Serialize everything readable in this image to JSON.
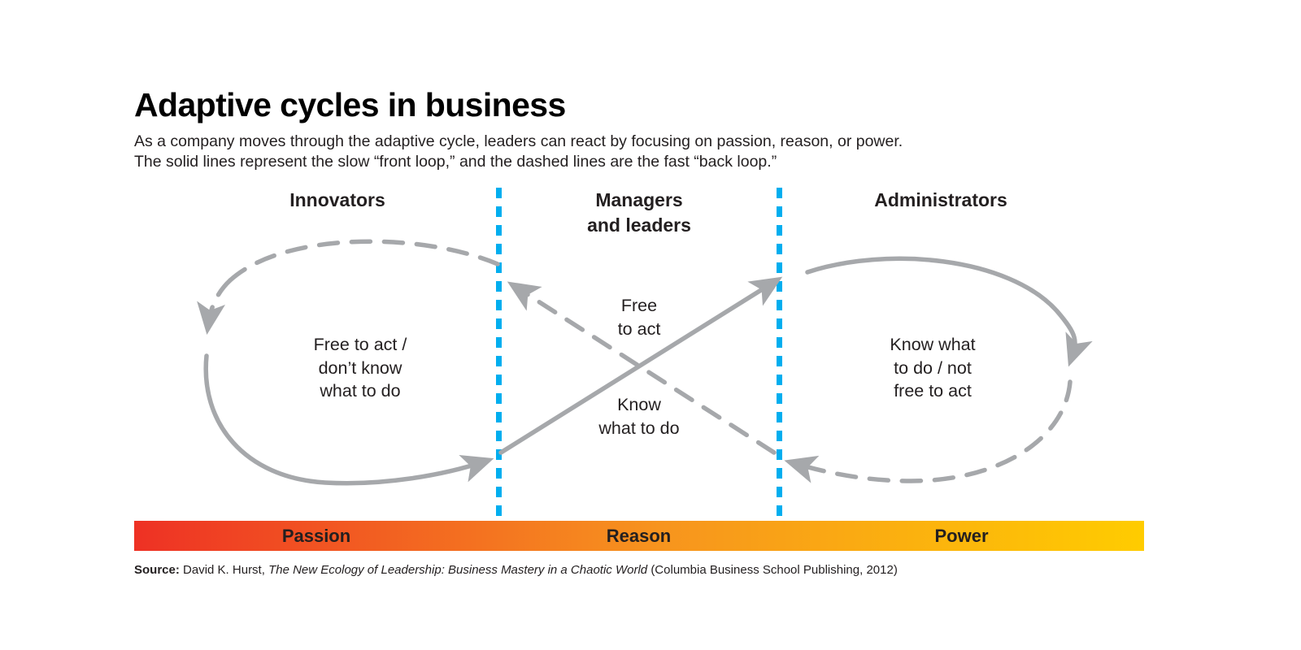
{
  "header": {
    "title": "Adaptive cycles in business",
    "subtitle": "As a company moves through the adaptive cycle, leaders can react by focusing on passion, reason, or power.\nThe solid lines represent the slow “front loop,” and the dashed lines are the fast “back loop.”"
  },
  "columns": [
    {
      "label": "Innovators"
    },
    {
      "label": "Managers\nand leaders"
    },
    {
      "label": "Administrators"
    }
  ],
  "loops": {
    "left_label": "Free to act /\ndon’t know\nwhat to do",
    "right_label": "Know what\nto do / not\nfree to act",
    "crossing_upper_label": "Free\nto act",
    "crossing_lower_label": "Know\nwhat to do"
  },
  "spectrum": {
    "segments": [
      {
        "label": "Passion"
      },
      {
        "label": "Reason"
      },
      {
        "label": "Power"
      }
    ],
    "gradient_start": "#ee3124",
    "gradient_mid": "#f7941e",
    "gradient_end": "#ffcc00"
  },
  "source": {
    "prefix": "Source:",
    "author": "David K. Hurst,",
    "work": "The New Ecology of Leadership: Business Mastery in a Chaotic World",
    "publisher": "(Columbia Business School Publishing, 2012)"
  },
  "colors": {
    "line_gray": "#a6a8ab",
    "divider_cyan": "#00aeef",
    "text": "#231f20"
  },
  "chart_data": {
    "type": "diagram",
    "title": "Adaptive cycles in business",
    "description": "Infinity / figure-eight adaptive cycle diagram with two loops separated by three labeled zones.",
    "zones": [
      "Innovators",
      "Managers and leaders",
      "Administrators"
    ],
    "spectrum_axis": [
      "Passion",
      "Reason",
      "Power"
    ],
    "loops": [
      {
        "name": "left-loop",
        "zone": "Innovators",
        "state": "Free to act / don’t know what to do",
        "top_arc_style": "dashed",
        "top_arc_direction": "right-to-left",
        "bottom_arc_style": "solid",
        "bottom_arc_direction": "left-to-right"
      },
      {
        "name": "right-loop",
        "zone": "Administrators",
        "state": "Know what to do / not free to act",
        "top_arc_style": "solid",
        "top_arc_direction": "left-to-right",
        "bottom_arc_style": "dashed",
        "bottom_arc_direction": "right-to-left"
      }
    ],
    "crossing_lines": [
      {
        "label": "Free to act",
        "style": "dashed",
        "direction": "bottom-right-to-top-left"
      },
      {
        "label": "Know what to do",
        "style": "solid",
        "direction": "bottom-left-to-top-right"
      }
    ]
  }
}
